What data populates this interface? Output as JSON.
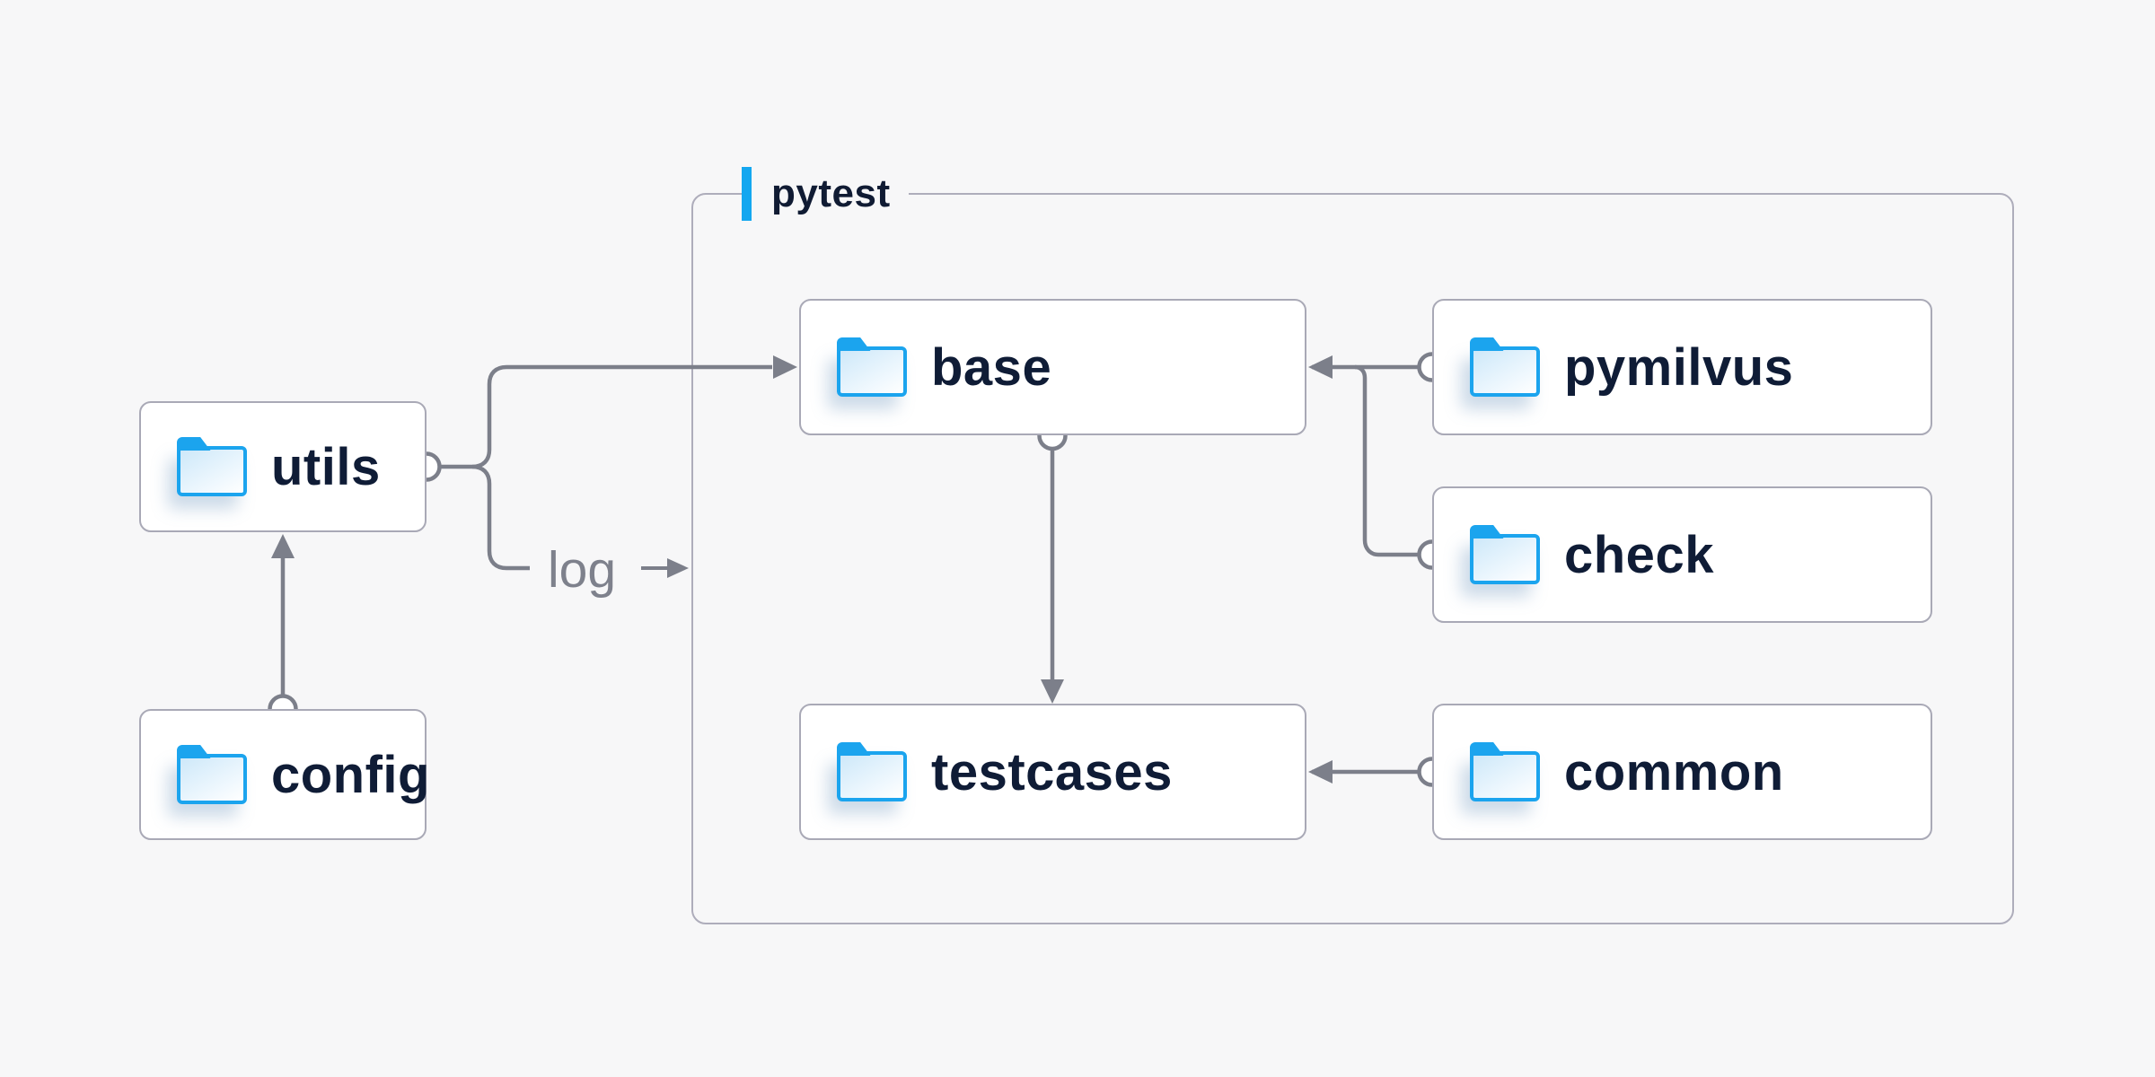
{
  "group": {
    "label": "pytest"
  },
  "nodes": {
    "utils": {
      "label": "utils"
    },
    "config": {
      "label": "config"
    },
    "base": {
      "label": "base"
    },
    "pymilvus": {
      "label": "pymilvus"
    },
    "check": {
      "label": "check"
    },
    "testcases": {
      "label": "testcases"
    },
    "common": {
      "label": "common"
    }
  },
  "edges": {
    "log_label": "log",
    "relations": [
      "config -> utils",
      "utils -> base",
      "utils -> log (into pytest group)",
      "pymilvus -> base",
      "check -> base",
      "base -> testcases",
      "common -> testcases"
    ]
  },
  "icons": {
    "node_icon": "folder-icon"
  },
  "colors": {
    "background": "#f7f7f8",
    "accent_blue": "#14a7f0",
    "folder_blue": "#1ba4ee",
    "text_navy": "#0f1c36",
    "wire_gray": "#7c7f8a",
    "border_gray": "#aeadbb",
    "node_fill": "#ffffff"
  }
}
